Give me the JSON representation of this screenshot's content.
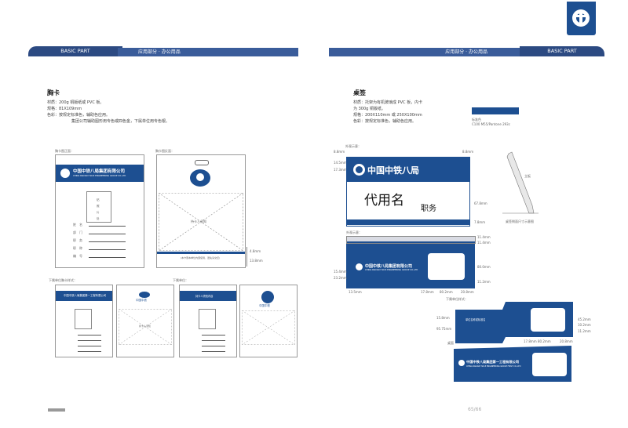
{
  "header_left": {
    "tab": "BASIC PART",
    "bar": "应用部分 · 办公用品"
  },
  "header_right": {
    "tab": "BASIC PART",
    "bar": "应用部分 · 办公用品"
  },
  "badge_card": {
    "title": "胸卡",
    "material": "材质：200g 铜版纸或 PVC 板。",
    "size": "规格：81X109mm",
    "color": "色彩：按规定标准色，辅助色应用。",
    "note": "集团公司辅助图形用专色或四色金，下属单位用专色银。",
    "front_label": "胸卡图正面：",
    "back_label": "胸卡图反面：",
    "company": "中国中铁八局集团有限公司",
    "company_en": "CHINA RAILWAY NO.8 ENGINEERING GROUP CO.,LTD",
    "photo_text": "贴照片处",
    "fields": [
      "姓　名",
      "部　门",
      "职　务",
      "职　称",
      "编　号"
    ],
    "back_center": "持卡人须知",
    "back_note": "(本卡限本单位内部使用，遗失请交还)",
    "dim1": "4.8mm",
    "dim2": "13.8mm",
    "sub_label": "下属单位胸卡样式：",
    "sub_label2": "下属单位：",
    "sub_company": "中国中铁八局集团第一工程有限公司",
    "sub_brand": "中国中铁",
    "sub_back_center": "持卡人须知",
    "sub_back_center2": "持卡人须知内容"
  },
  "desk_sign": {
    "title": "桌签",
    "material1": "材质：托架为有机玻璃成 PVC 板，内卡",
    "material2": "为 300g 铜版纸。",
    "size": "规格：200X110mm 或 250X100mm",
    "color": "色彩：按规定标准色，辅助色应用。",
    "std_color_label": "标准色",
    "std_color_spec": "C100 M55/Pantone 293c",
    "front_label": "外观示意：",
    "brand": "中国中铁八局",
    "name": "代用名",
    "position": "职务",
    "side_label": "立板",
    "side_caption": "桌签侧面尺寸示意图",
    "spread_label": "外观示意：",
    "sub_label": "下属单位样式：",
    "company": "中国中铁八局集团有限公司",
    "company_en": "CHINA RAILWAY NO.8 ENGINEERING GROUP CO.,LTD",
    "sub_company": "中国中铁八局集团第一工程有限公司",
    "sub_company_en": "CHINA RAILWAY NO.8 ENGINEERING GROUP FIRST CO.,LTD",
    "sub_center": "单位名称或标准名",
    "dims_top": [
      "8.8mm",
      "14.5mm",
      "17.3mm",
      "8.8mm",
      "67.8mm",
      "7.8mm"
    ],
    "dims_spread": [
      "11.4mm",
      "11.4mm",
      "15.4mm",
      "23.2mm",
      "80.0mm",
      "13.5mm",
      "17.8mm",
      "80.2mm",
      "20.8mm",
      "11.2mm"
    ],
    "dims_sub": [
      "15.8mm",
      "95.75mm",
      "10.2mm",
      "11.2mm",
      "17.8mm",
      "80.2mm",
      "20.8mm",
      "45.2mm"
    ],
    "side_mark": "桌面"
  },
  "footer": {
    "page": "65/66"
  },
  "colors": {
    "brand_blue": "#1d4f91",
    "header_blue": "#2c4a82"
  }
}
